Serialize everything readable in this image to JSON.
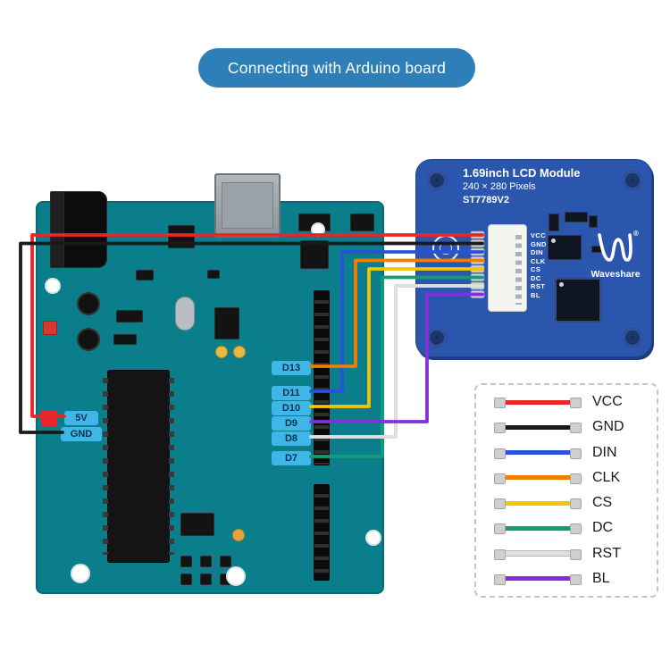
{
  "title": "Connecting with Arduino board",
  "colors": {
    "banner": "#2e7fb7",
    "board": "#0b7e8c",
    "module_pcb": "#2a57ad"
  },
  "module": {
    "name": "1.69inch LCD Module",
    "resolution": "240 × 280 Pixels",
    "controller": "ST7789V2",
    "brand": "Waveshare",
    "registered": "®",
    "pins": [
      "VCC",
      "GND",
      "DIN",
      "CLK",
      "CS",
      "DC",
      "RST",
      "BL"
    ]
  },
  "arduino": {
    "digital_pins": [
      "D13",
      "D11",
      "D10",
      "D9",
      "D8",
      "D7"
    ],
    "power_pins": [
      "5V",
      "GND"
    ],
    "pin_label_bg": "#3fb6e8"
  },
  "legend": {
    "items": [
      {
        "signal": "VCC",
        "color": "#e8262a"
      },
      {
        "signal": "GND",
        "color": "#1a1a1a"
      },
      {
        "signal": "DIN",
        "color": "#2b50dc"
      },
      {
        "signal": "CLK",
        "color": "#f07e00"
      },
      {
        "signal": "CS",
        "color": "#f4c400"
      },
      {
        "signal": "DC",
        "color": "#0f9e78"
      },
      {
        "signal": "RST",
        "color": "#e0e0e0"
      },
      {
        "signal": "BL",
        "color": "#8430d8"
      }
    ]
  },
  "connections": [
    {
      "signal": "VCC",
      "arduino_pin": "5V"
    },
    {
      "signal": "GND",
      "arduino_pin": "GND"
    },
    {
      "signal": "DIN",
      "arduino_pin": "D11"
    },
    {
      "signal": "CLK",
      "arduino_pin": "D13"
    },
    {
      "signal": "CS",
      "arduino_pin": "D10"
    },
    {
      "signal": "DC",
      "arduino_pin": "D7"
    },
    {
      "signal": "RST",
      "arduino_pin": "D8"
    },
    {
      "signal": "BL",
      "arduino_pin": "D9"
    }
  ]
}
